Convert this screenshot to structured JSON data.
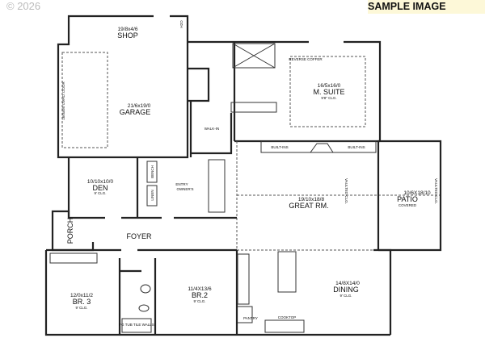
{
  "watermark": {
    "copyright": "© 2026",
    "sample_label": "SAMPLE IMAGE"
  },
  "rooms": {
    "shop": {
      "name": "SHOP",
      "dims": "19/8x4/6"
    },
    "garage": {
      "name": "GARAGE",
      "dims": "21/6x19/0",
      "door_note": "16/0x8/0 OVHD. DOOR"
    },
    "water_heater": {
      "name": "H2O"
    },
    "walk_in": {
      "name": "WALK-IN"
    },
    "master": {
      "name": "M. SUITE",
      "dims": "16/5x16/0",
      "ceiling": "9'8\" CLG.",
      "coffer": "REVERSE COFFER"
    },
    "built_ins_left": {
      "name": "BUILT-INS"
    },
    "built_ins_right": {
      "name": "BUILT-INS"
    },
    "den": {
      "name": "DEN",
      "dims": "10/10x10/0",
      "ceiling": "9' CLG."
    },
    "bench": {
      "name": "BENCH"
    },
    "linen": {
      "name": "LINEN"
    },
    "entry": {
      "line1": "ENTRY",
      "line2": "OWNER'S"
    },
    "great": {
      "name": "GREAT RM.",
      "dims": "19/10x18/8",
      "ceiling": "VAULTED CLG."
    },
    "patio": {
      "name": "PATIO",
      "dims": "10/6X18/10",
      "note": "COVERED",
      "ceiling": "VAULTED CLG."
    },
    "porch": {
      "name": "PORCH"
    },
    "foyer": {
      "name": "FOYER"
    },
    "br3": {
      "name": "BR. 3",
      "dims": "12/0x11/2",
      "ceiling": "9' CLG."
    },
    "bath": {
      "note": "FG TUB TILE WALLS"
    },
    "br2": {
      "name": "BR.2",
      "dims": "11/4X13/6",
      "ceiling": "9' CLG."
    },
    "dining": {
      "name": "DINING",
      "dims": "14/8X14/0",
      "ceiling": "9' CLG."
    },
    "pantry": {
      "name": "PANTRY"
    },
    "cooktop": {
      "name": "COOKTOP"
    }
  }
}
